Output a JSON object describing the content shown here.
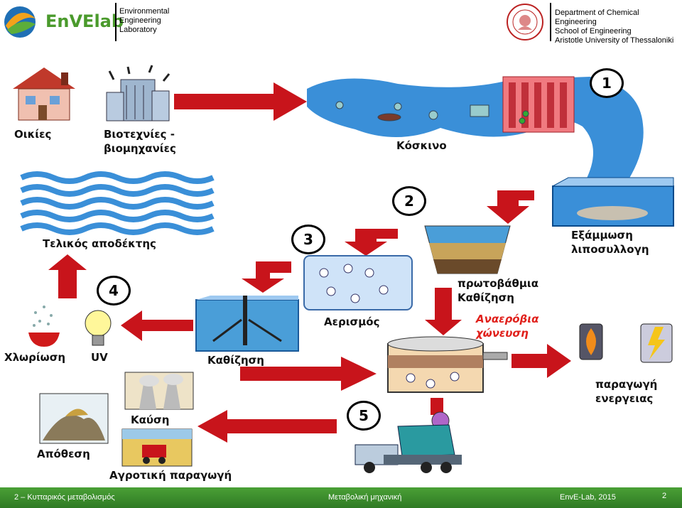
{
  "header": {
    "logo_text": "EnVElab",
    "lab_lines": [
      "Environmental",
      "Engineering",
      "Laboratory"
    ],
    "dept_lines": [
      "Department of Chemical Engineering",
      "School of Engineering",
      "Aristotle University of Thessaloniki"
    ]
  },
  "diagram": {
    "labels": {
      "homes": "Οικίες",
      "industry_1": "Βιοτεχνίες -",
      "industry_2": "βιομηχανίες",
      "sieve": "Κόσκινο",
      "grit_1": "Εξάμμωση",
      "grit_2": "λιποσυλλογη",
      "primary_1": "πρωτοβάθμια",
      "primary_2": "Καθίζηση",
      "aeration": "Αερισμός",
      "anaerobic_1": "Αναερόβια",
      "anaerobic_2": "χώνευση",
      "energy_1": "παραγωγή",
      "energy_2": "ενεργειας",
      "final": "Τελικός αποδέκτης",
      "settling": "Καθίζηση",
      "chlorination": "Χλωρίωση",
      "uv": "UV",
      "combustion": "Καύση",
      "disposal": "Απόθεση",
      "agriculture": "Αγροτική παραγωγή"
    },
    "steps": [
      "1",
      "2",
      "3",
      "4",
      "5"
    ]
  },
  "footer": {
    "left": "2 – Κυτταρικός μεταβολισμός",
    "center": "Μεταβολική μηχανική",
    "right": "EnvE-Lab, 2015",
    "page": "2"
  },
  "colors": {
    "arrow": "#c8141b",
    "water": "#3a8fd8",
    "footer": "#3b8c2c"
  }
}
